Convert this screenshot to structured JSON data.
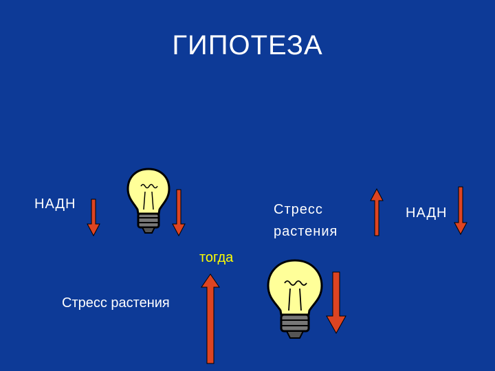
{
  "slide": {
    "title": "ГИПОТЕЗА",
    "labels": {
      "nadh_left": "НАДН",
      "stress_right_line1": "Стресс",
      "stress_right_line2": "растения",
      "nadh_right": "НАДН",
      "then": "тогда",
      "stress_bottom": "Стресс растения"
    },
    "icons": {
      "bulb": "light-bulb-icon",
      "arrow_up": "arrow-up-icon",
      "arrow_down": "arrow-down-icon"
    },
    "colors": {
      "background": "#0d3a97",
      "arrow": "#dd4422",
      "text": "#ffffff",
      "then_text": "#ffff00"
    }
  }
}
